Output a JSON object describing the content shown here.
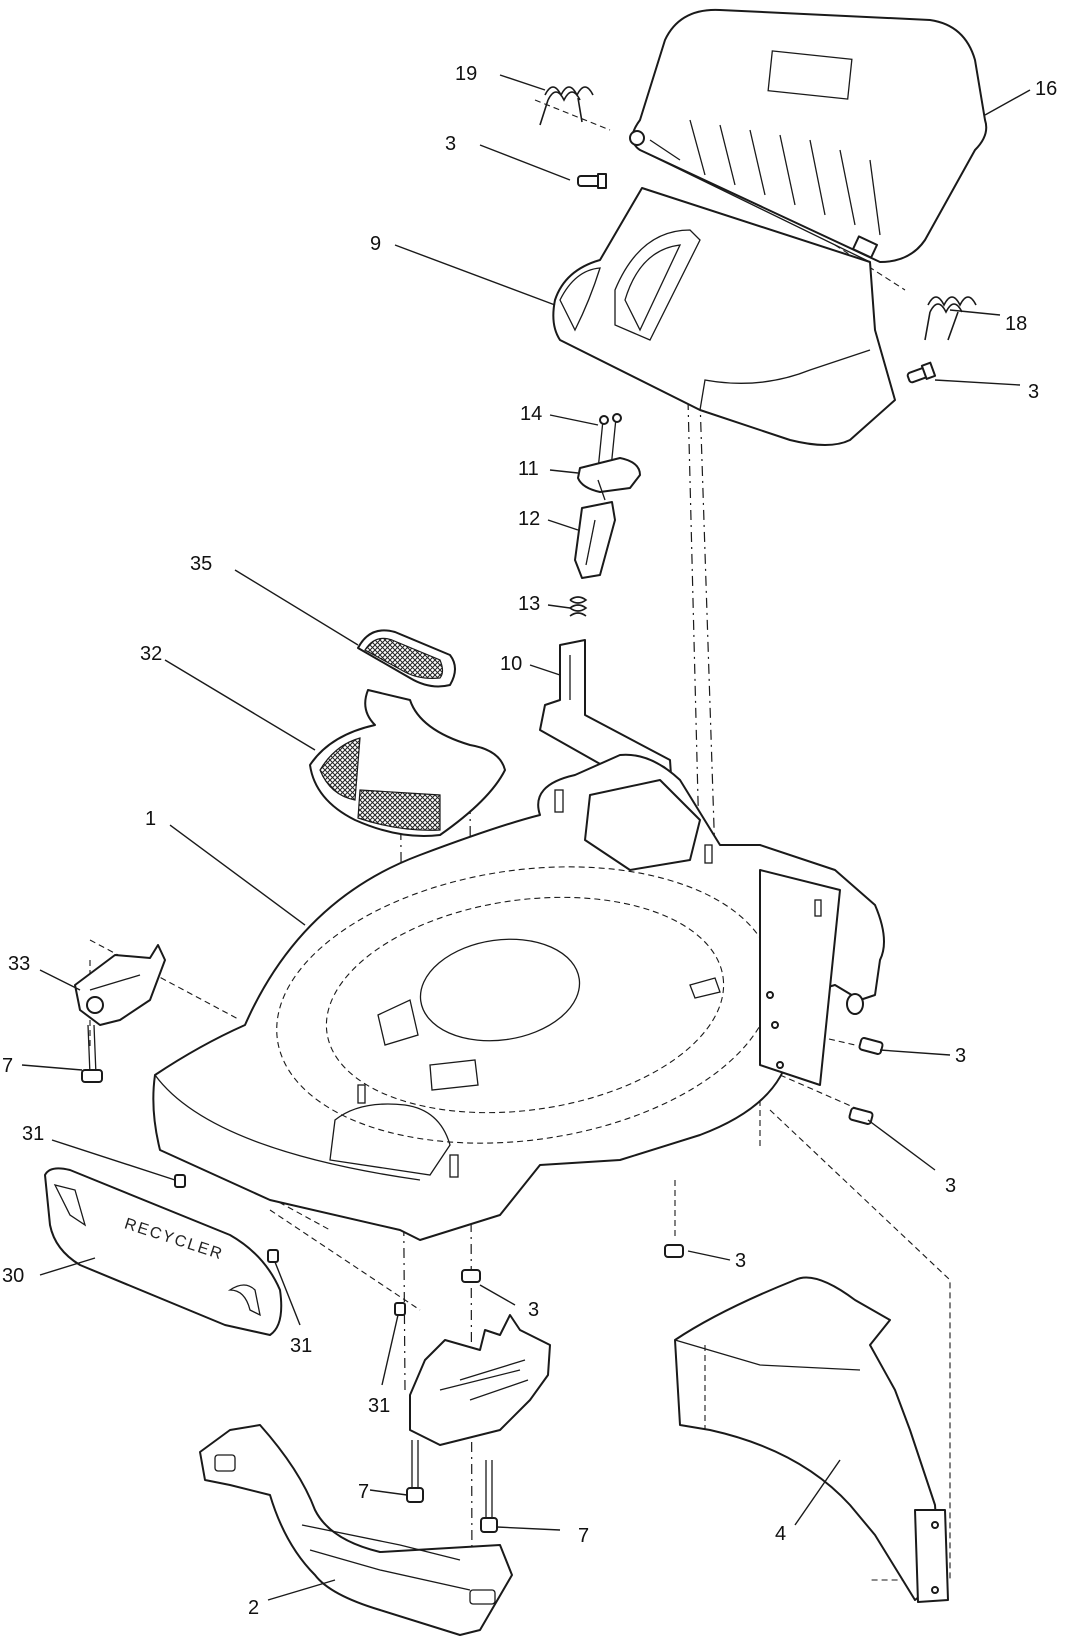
{
  "callouts": [
    {
      "id": "c19",
      "label": "19"
    },
    {
      "id": "c16",
      "label": "16"
    },
    {
      "id": "c3a",
      "label": "3"
    },
    {
      "id": "c9",
      "label": "9"
    },
    {
      "id": "c18",
      "label": "18"
    },
    {
      "id": "c3b",
      "label": "3"
    },
    {
      "id": "c14",
      "label": "14"
    },
    {
      "id": "c11",
      "label": "11"
    },
    {
      "id": "c12",
      "label": "12"
    },
    {
      "id": "c35",
      "label": "35"
    },
    {
      "id": "c13",
      "label": "13"
    },
    {
      "id": "c32",
      "label": "32"
    },
    {
      "id": "c10",
      "label": "10"
    },
    {
      "id": "c1",
      "label": "1"
    },
    {
      "id": "c33",
      "label": "33"
    },
    {
      "id": "c7a",
      "label": "7"
    },
    {
      "id": "c3c",
      "label": "3"
    },
    {
      "id": "c31a",
      "label": "31"
    },
    {
      "id": "c3d",
      "label": "3"
    },
    {
      "id": "c3e",
      "label": "3"
    },
    {
      "id": "c30",
      "label": "30"
    },
    {
      "id": "c3f",
      "label": "3"
    },
    {
      "id": "c31b",
      "label": "31"
    },
    {
      "id": "c31c",
      "label": "31"
    },
    {
      "id": "c7b",
      "label": "7"
    },
    {
      "id": "c7c",
      "label": "7"
    },
    {
      "id": "c4",
      "label": "4"
    },
    {
      "id": "c2",
      "label": "2"
    }
  ],
  "embossed_text": "RECYCLER"
}
